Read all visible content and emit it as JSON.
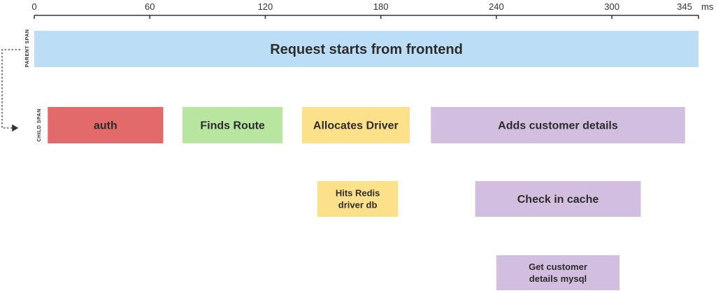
{
  "timeline": {
    "unit": "ms",
    "ticks": [
      {
        "value": 0,
        "label": "0"
      },
      {
        "value": 60,
        "label": "60"
      },
      {
        "value": 120,
        "label": "120"
      },
      {
        "value": 180,
        "label": "180"
      },
      {
        "value": 240,
        "label": "240"
      },
      {
        "value": 300,
        "label": "300"
      },
      {
        "value": 345,
        "label": "345"
      }
    ]
  },
  "side_labels": {
    "parent": "PARENT SPAN",
    "child": "CHILD SPAN"
  },
  "colors": {
    "parent": "#bbdef6",
    "auth": "#e36a6a",
    "route": "#b8e6a0",
    "driver": "#fde08a",
    "customer": "#d2bfe0"
  },
  "spans": [
    {
      "id": "parent",
      "label": [
        "Request starts from frontend"
      ],
      "start": 0,
      "end": 345,
      "row": 0,
      "size": "xl",
      "color": "#bbdef6"
    },
    {
      "id": "auth",
      "label": [
        "auth"
      ],
      "start": 7,
      "end": 67,
      "row": 1,
      "size": "lg",
      "color": "#e36a6a"
    },
    {
      "id": "finds-route",
      "label": [
        "Finds Route"
      ],
      "start": 77,
      "end": 129,
      "row": 1,
      "size": "lg",
      "color": "#b8e6a0"
    },
    {
      "id": "allocates-driver",
      "label": [
        "Allocates Driver"
      ],
      "start": 139,
      "end": 195,
      "row": 1,
      "size": "lg",
      "color": "#fde08a"
    },
    {
      "id": "adds-customer-details",
      "label": [
        "Adds customer details"
      ],
      "start": 206,
      "end": 338,
      "row": 1,
      "size": "lg",
      "color": "#d2bfe0"
    },
    {
      "id": "hits-redis",
      "label": [
        "Hits Redis",
        "driver db"
      ],
      "start": 147,
      "end": 189,
      "row": 2,
      "size": "sm",
      "color": "#fde08a"
    },
    {
      "id": "check-in-cache",
      "label": [
        "Check in cache"
      ],
      "start": 229,
      "end": 315,
      "row": 2,
      "size": "lg",
      "color": "#d2bfe0"
    },
    {
      "id": "get-customer-details",
      "label": [
        "Get customer",
        "details mysql"
      ],
      "start": 240,
      "end": 304,
      "row": 3,
      "size": "sm",
      "color": "#d2bfe0"
    }
  ]
}
